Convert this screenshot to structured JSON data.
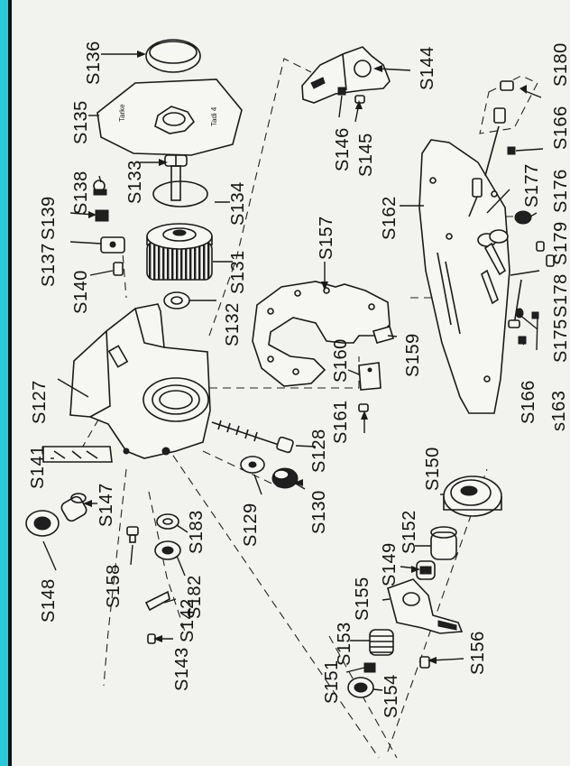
{
  "diagram": {
    "labels": [
      {
        "id": "S136",
        "text": "S136"
      },
      {
        "id": "S135",
        "text": "S135"
      },
      {
        "id": "S133",
        "text": "S133"
      },
      {
        "id": "S134",
        "text": "S134"
      },
      {
        "id": "S138",
        "text": "S138"
      },
      {
        "id": "S139",
        "text": "S139"
      },
      {
        "id": "S137",
        "text": "S137"
      },
      {
        "id": "S140",
        "text": "S140"
      },
      {
        "id": "S131",
        "text": "S131"
      },
      {
        "id": "S132",
        "text": "S132"
      },
      {
        "id": "S127",
        "text": "S127"
      },
      {
        "id": "S141",
        "text": "S141"
      },
      {
        "id": "S147",
        "text": "S147"
      },
      {
        "id": "S148",
        "text": "S148"
      },
      {
        "id": "S158",
        "text": "S158"
      },
      {
        "id": "S142",
        "text": "S142"
      },
      {
        "id": "S143",
        "text": "S143"
      },
      {
        "id": "S182",
        "text": "S182"
      },
      {
        "id": "S183",
        "text": "S183"
      },
      {
        "id": "S129",
        "text": "S129"
      },
      {
        "id": "S130",
        "text": "S130"
      },
      {
        "id": "S128",
        "text": "S128"
      },
      {
        "id": "S161",
        "text": "S161"
      },
      {
        "id": "S160",
        "text": "S160"
      },
      {
        "id": "S159",
        "text": "S159"
      },
      {
        "id": "S157",
        "text": "S157"
      },
      {
        "id": "S146",
        "text": "S146"
      },
      {
        "id": "S145",
        "text": "S145"
      },
      {
        "id": "S144",
        "text": "S144"
      },
      {
        "id": "S162",
        "text": "S162"
      },
      {
        "id": "S180",
        "text": "S180"
      },
      {
        "id": "S166a",
        "text": "S166"
      },
      {
        "id": "S177",
        "text": "S177"
      },
      {
        "id": "S176",
        "text": "S176"
      },
      {
        "id": "S179",
        "text": "S179"
      },
      {
        "id": "S178",
        "text": "S178"
      },
      {
        "id": "S175",
        "text": "S175"
      },
      {
        "id": "S166b",
        "text": "S166"
      },
      {
        "id": "s163",
        "text": "s163"
      },
      {
        "id": "S150",
        "text": "S150"
      },
      {
        "id": "S152",
        "text": "S152"
      },
      {
        "id": "S149",
        "text": "S149"
      },
      {
        "id": "S155",
        "text": "S155"
      },
      {
        "id": "S153",
        "text": "S153"
      },
      {
        "id": "S151",
        "text": "S151"
      },
      {
        "id": "S154",
        "text": "S154"
      },
      {
        "id": "S156",
        "text": "S156"
      }
    ],
    "plate_marks": {
      "top_text": "Tarke",
      "side_text": "Tadi 4"
    }
  }
}
